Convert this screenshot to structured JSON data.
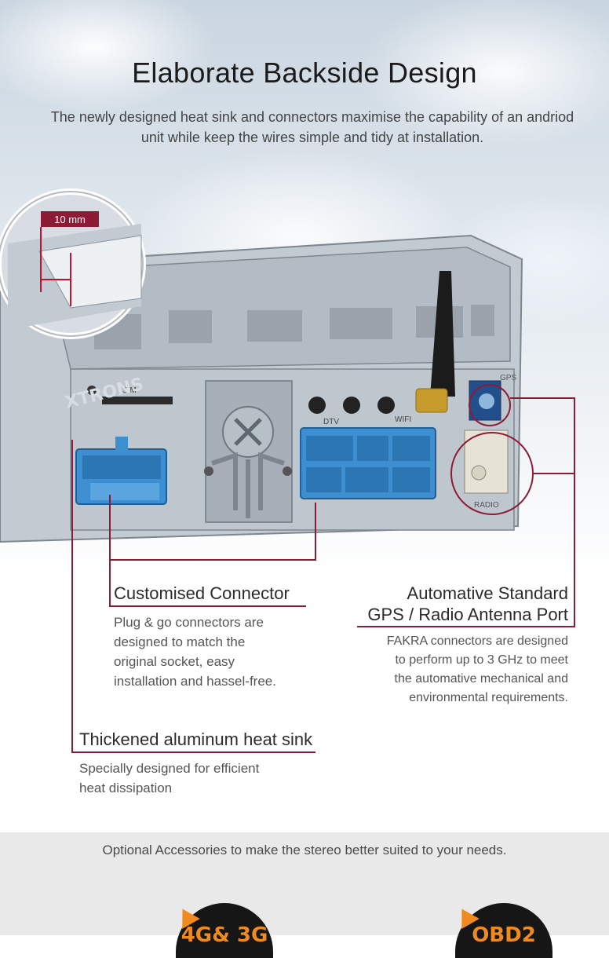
{
  "page": {
    "title": "Elaborate Backside Design",
    "subtitle": "The newly designed heat sink and connectors maximise the capability of an andriod unit while keep the wires simple and tidy at installation."
  },
  "device_labels": {
    "thickness": "10 mm",
    "sim": "SIM",
    "dtv": "DTV",
    "wifi": "WIFI",
    "gps": "GPS",
    "radio": "RADIO",
    "watermark": "XTRONS"
  },
  "features": [
    {
      "heading": "Customised Connector",
      "body": [
        "Plug & go connectors are",
        "designed to match the",
        "original socket, easy",
        "installation and hassel-free."
      ]
    },
    {
      "heading": [
        "Automative Standard",
        "GPS / Radio Antenna Port"
      ],
      "body": [
        "FAKRA connectors are designed",
        "to perform up to 3 GHz to meet",
        "the automative mechanical and",
        "environmental requirements."
      ]
    },
    {
      "heading": "Thickened aluminum heat sink",
      "body": [
        "Specially designed for efficient",
        "heat dissipation"
      ]
    }
  ],
  "footer": {
    "text": "Optional Accessories to make the stereo better suited to your needs.",
    "badges": [
      "4G& 3G",
      "OBD2"
    ]
  },
  "colors": {
    "accent_line": "#8e1b35",
    "connector_blue": "#3d8fd1",
    "badge_orange": "#f08a1e",
    "chassis": "#b9c2ca"
  }
}
